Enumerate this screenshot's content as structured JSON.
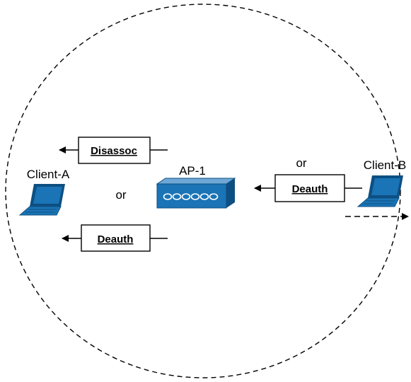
{
  "coverage_area": {
    "shape": "dashed-circle"
  },
  "access_point": {
    "label": "AP-1",
    "icon": "access-point-icon"
  },
  "client_a": {
    "label": "Client-A",
    "icon": "laptop-icon",
    "messages": [
      "Disassoc",
      "Deauth"
    ],
    "connector": "or"
  },
  "client_b": {
    "label": "Client-B",
    "icon": "laptop-icon",
    "message": "Deauth",
    "connector": "or",
    "movement": "moving-out-of-range-arrow"
  },
  "colors": {
    "device_blue": "#1a74b6",
    "device_dark": "#0d4f82",
    "line": "#000000",
    "background": "#ffffff"
  }
}
